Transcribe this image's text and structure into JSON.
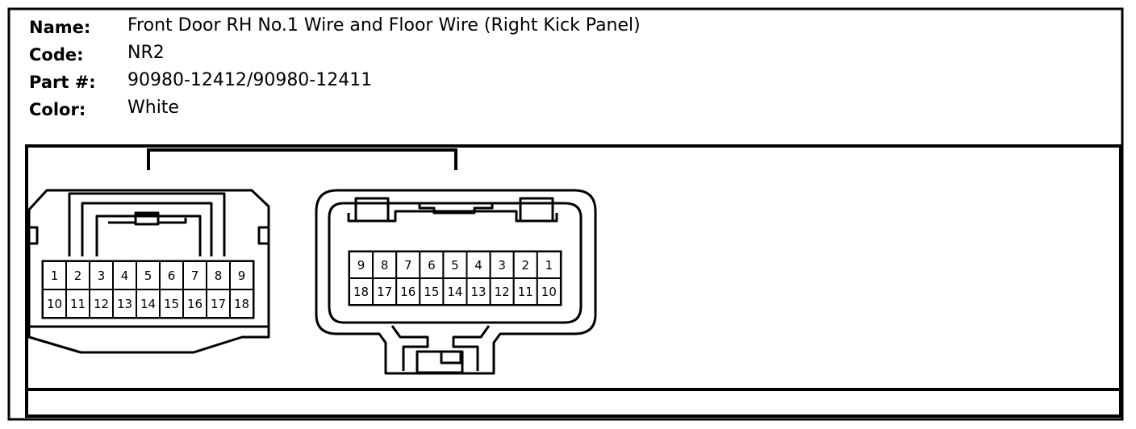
{
  "connector": {
    "name_label": "Name:",
    "name": "Front Door RH No.1 Wire and Floor Wire (Right Kick Panel)",
    "code_label": "Code:",
    "code": "NR2",
    "part_label": "Part #:",
    "part": "90980-12412/90980-12411",
    "color_label": "Color:",
    "color": "White"
  },
  "male_connector": {
    "top_row": [
      "1",
      "2",
      "3",
      "4",
      "5",
      "6",
      "7",
      "8",
      "9"
    ],
    "bottom_row": [
      "10",
      "11",
      "12",
      "13",
      "14",
      "15",
      "16",
      "17",
      "18"
    ]
  },
  "female_connector": {
    "top_row": [
      "9",
      "8",
      "7",
      "6",
      "5",
      "4",
      "3",
      "2",
      "1"
    ],
    "bottom_row": [
      "18",
      "17",
      "16",
      "15",
      "14",
      "13",
      "12",
      "11",
      "10"
    ]
  }
}
